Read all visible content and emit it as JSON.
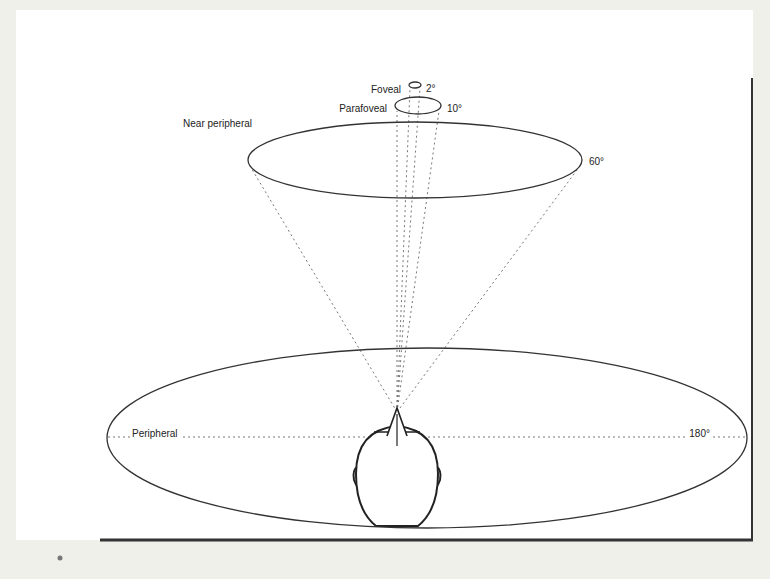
{
  "diagram": {
    "nodes": [
      {
        "text": [
          "Foveal",
          "2°"
        ]
      },
      {
        "text": [
          "Parafoveal",
          "10°"
        ]
      },
      {
        "text": [
          "Near peripheral",
          "60°"
        ]
      },
      {
        "text": [
          "Peripheral",
          "180°"
        ]
      }
    ]
  }
}
